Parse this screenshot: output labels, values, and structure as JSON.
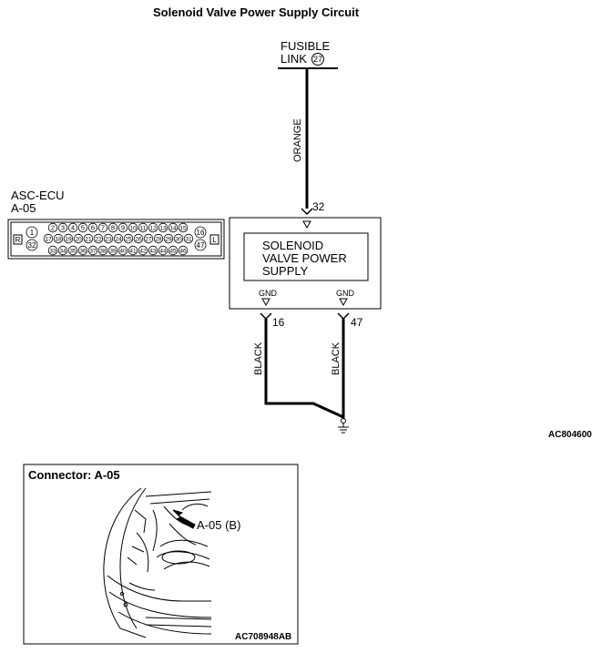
{
  "diagram": {
    "title": "Solenoid Valve Power Supply Circuit",
    "fusible_link": {
      "line1": "FUSIBLE",
      "line2": "LINK",
      "number": "27"
    },
    "wire_orange": "ORANGE",
    "wire_black": "BLACK",
    "pin_32": "32",
    "pin_16": "16",
    "pin_47": "47",
    "solenoid_label": [
      "SOLENOID",
      "VALVE POWER",
      "SUPPLY"
    ],
    "gnd_label": "GND",
    "ecu": {
      "name": "ASC-ECU",
      "connector": "A-05",
      "left_mark": "R",
      "right_mark": "L",
      "left_pins": [
        "1",
        "32"
      ],
      "right_pins": [
        "16",
        "47"
      ],
      "top_row": [
        "2",
        "3",
        "4",
        "5",
        "6",
        "7",
        "8",
        "9",
        "10",
        "11",
        "12",
        "13",
        "14",
        "15"
      ],
      "middle_row": [
        "17",
        "18",
        "19",
        "20",
        "21",
        "22",
        "23",
        "24",
        "25",
        "26",
        "27",
        "28",
        "29",
        "30",
        "31"
      ],
      "bottom_row": [
        "33",
        "34",
        "35",
        "36",
        "37",
        "38",
        "39",
        "40",
        "41",
        "42",
        "43",
        "44",
        "45",
        "46"
      ]
    },
    "figure_code": "AC804600"
  },
  "connector_box": {
    "title": "Connector: A-05",
    "callout": "A-05 (B)",
    "figure_code": "AC708948AB"
  },
  "colors": {
    "line": "#000000",
    "background": "#ffffff"
  }
}
